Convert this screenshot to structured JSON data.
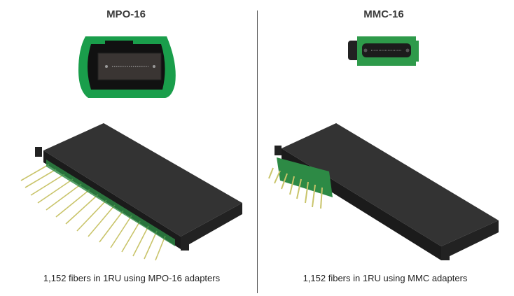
{
  "left": {
    "title": "MPO-16",
    "caption": "1,152 fibers in 1RU using MPO-16 adapters"
  },
  "right": {
    "title": "MMC-16",
    "caption": "1,152 fibers in 1RU using MMC adapters"
  },
  "colors": {
    "connector_green": "#1a9e4b",
    "chassis": "#2e2e2e",
    "fiber": "#c9c46a"
  }
}
